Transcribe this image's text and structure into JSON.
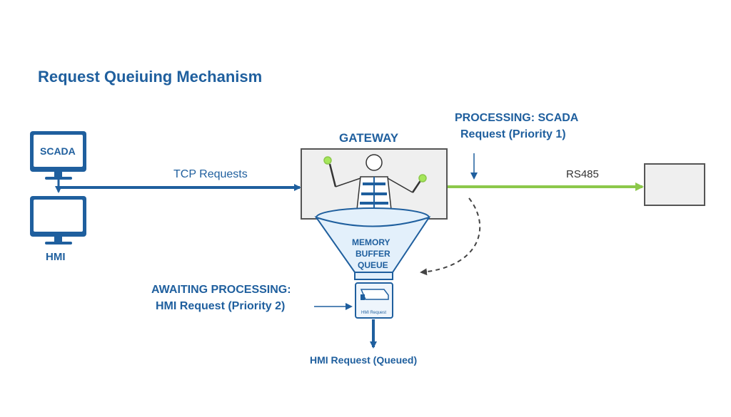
{
  "title": "Request Queiuing Mechanism",
  "nodes": {
    "scada": "SCADA",
    "hmi": "HMI",
    "gateway": "GATEWAY",
    "buffer": [
      "MEMORY",
      "BUFFER",
      "QUEUE"
    ],
    "queued_doc": "HMI Request"
  },
  "edges": {
    "tcp": "TCP Requests",
    "rs485": "RS485"
  },
  "annotations": {
    "processing": [
      "PROCESSING: SCADA",
      "Request (Priority 1)"
    ],
    "awaiting": [
      "AWAITING PROCESSING:",
      "HMI Request (Priority 2)"
    ],
    "queued": "HMI Request (Queued)"
  },
  "colors": {
    "primary": "#1f5f9e",
    "green": "#8cc84b",
    "gray": "#555555"
  }
}
